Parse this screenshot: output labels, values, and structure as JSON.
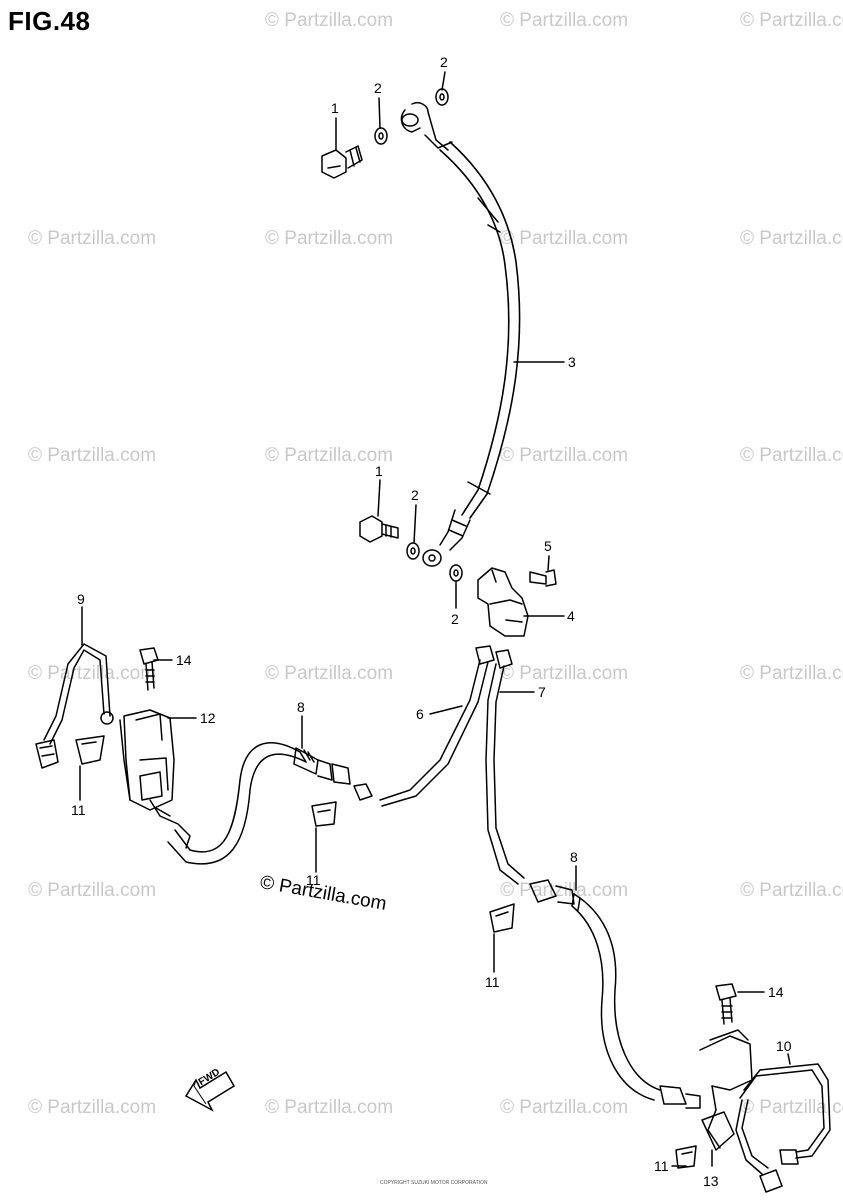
{
  "figure": {
    "title": "FIG.48"
  },
  "watermark": {
    "text": "© Partzilla.com"
  },
  "copyright": {
    "text": "© Partzilla.com"
  },
  "fwd": {
    "label": "FWD"
  },
  "note": {
    "text": "COPYRIGHT SUZUKI MOTOR CORPORATION"
  },
  "callouts": [
    {
      "id": "c1a",
      "label": "1"
    },
    {
      "id": "c2a",
      "label": "2"
    },
    {
      "id": "c2b",
      "label": "2"
    },
    {
      "id": "c3",
      "label": "3"
    },
    {
      "id": "c1b",
      "label": "1"
    },
    {
      "id": "c2c",
      "label": "2"
    },
    {
      "id": "c5",
      "label": "5"
    },
    {
      "id": "c4",
      "label": "4"
    },
    {
      "id": "c2d",
      "label": "2"
    },
    {
      "id": "c9",
      "label": "9"
    },
    {
      "id": "c14a",
      "label": "14"
    },
    {
      "id": "c12",
      "label": "12"
    },
    {
      "id": "c8a",
      "label": "8"
    },
    {
      "id": "c6",
      "label": "6"
    },
    {
      "id": "c7",
      "label": "7"
    },
    {
      "id": "c11a",
      "label": "11"
    },
    {
      "id": "c11b",
      "label": "11"
    },
    {
      "id": "c8b",
      "label": "8"
    },
    {
      "id": "c11c",
      "label": "11"
    },
    {
      "id": "c14b",
      "label": "14"
    },
    {
      "id": "c10",
      "label": "10"
    },
    {
      "id": "c11d",
      "label": "11"
    },
    {
      "id": "c13",
      "label": "13"
    }
  ]
}
